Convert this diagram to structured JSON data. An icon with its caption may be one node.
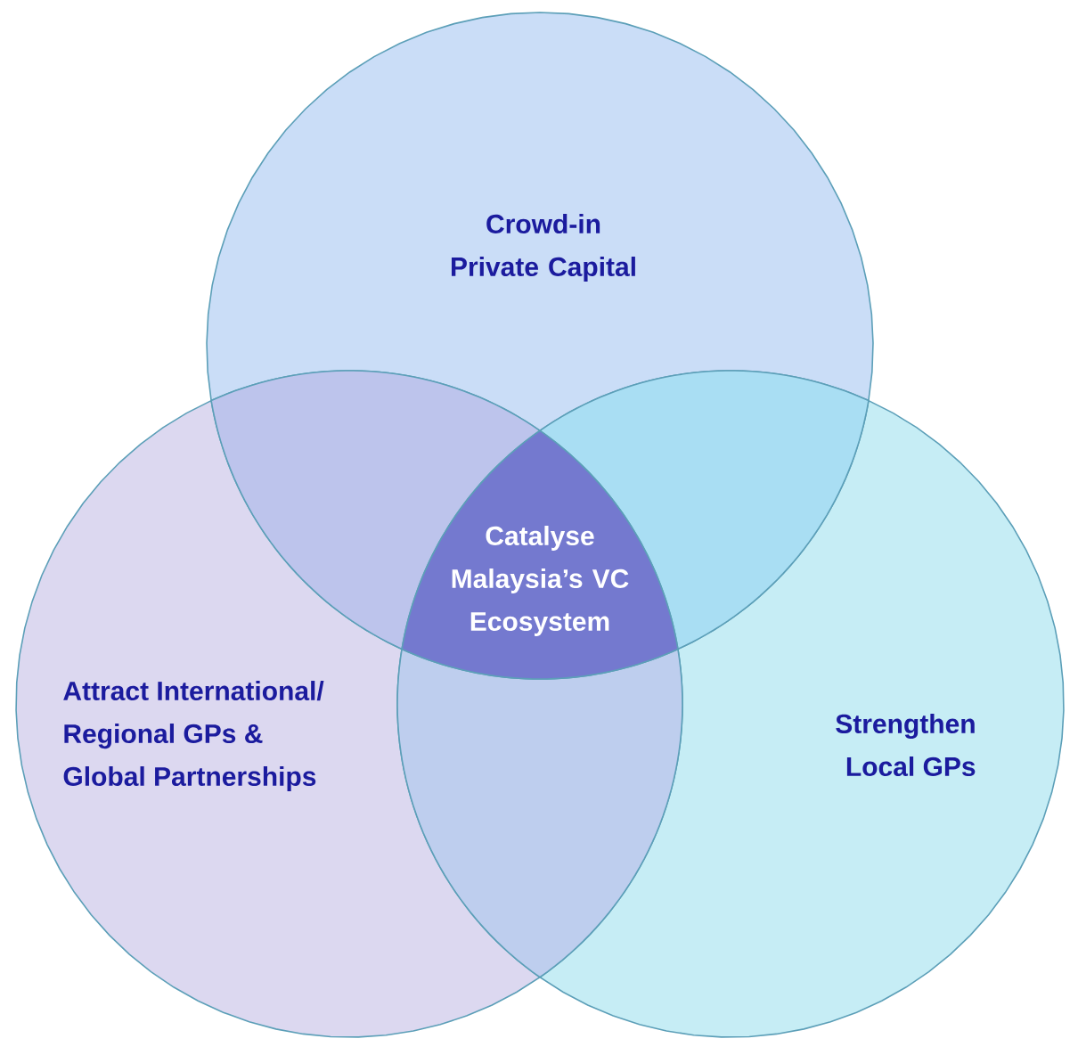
{
  "diagram": {
    "nodes": [
      {
        "text": [
          "Crowd-in Private Capital"
        ]
      },
      {
        "text": [
          "Attract International/ Regional GPs & Global Partnerships"
        ]
      },
      {
        "text": [
          "Strengthen Local GPs"
        ]
      },
      {
        "text": [
          "Catalyse Malaysia’s VC Ecosystem"
        ]
      }
    ]
  }
}
